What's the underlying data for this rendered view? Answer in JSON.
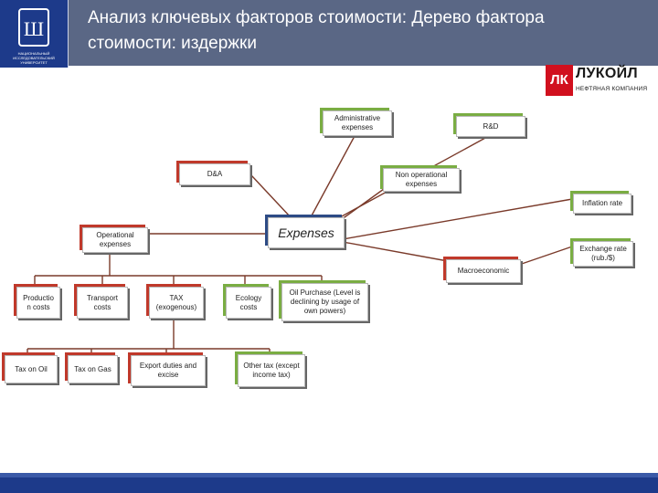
{
  "header": {
    "title": "Анализ ключевых факторов стоимости: Дерево фактора стоимости: издержки",
    "bg_color": "#5a6785",
    "logo_caption": "НАЦИОНАЛЬНЫЙ ИССЛЕДОВАТЕЛЬСКИЙ УНИВЕРСИТЕТ"
  },
  "lukoil": {
    "mark": "ЛК",
    "name": "ЛУКОЙЛ",
    "sub": "НЕФТЯНАЯ КОМПАНИЯ",
    "color": "#d1101e"
  },
  "nodes": {
    "expenses": "Expenses",
    "admin": "Administrative expenses",
    "rd": "R&D",
    "da": "D&A",
    "nonop": "Non operational expenses",
    "inflation": "Inflation rate",
    "operational": "Operational expenses",
    "exchange": "Exchange rate (rub./$)",
    "macro": "Macroeconomic",
    "production": "Productio n costs",
    "transport": "Transport costs",
    "tax": "TAX (exogenous)",
    "ecology": "Ecology costs",
    "oil_purchase": "Oil Purchase (Level is declining by usage of own powers)",
    "tax_oil": "Tax on Oil",
    "tax_gas": "Tax on Gas",
    "export": "Export duties and excise",
    "other_tax": "Other tax (except income tax)"
  },
  "colors": {
    "line": "#7a3a2a",
    "green_accent": "#7aad43",
    "red_accent": "#c0392b",
    "blue_accent": "#2d4b85",
    "footer": "#1d3a8a"
  }
}
